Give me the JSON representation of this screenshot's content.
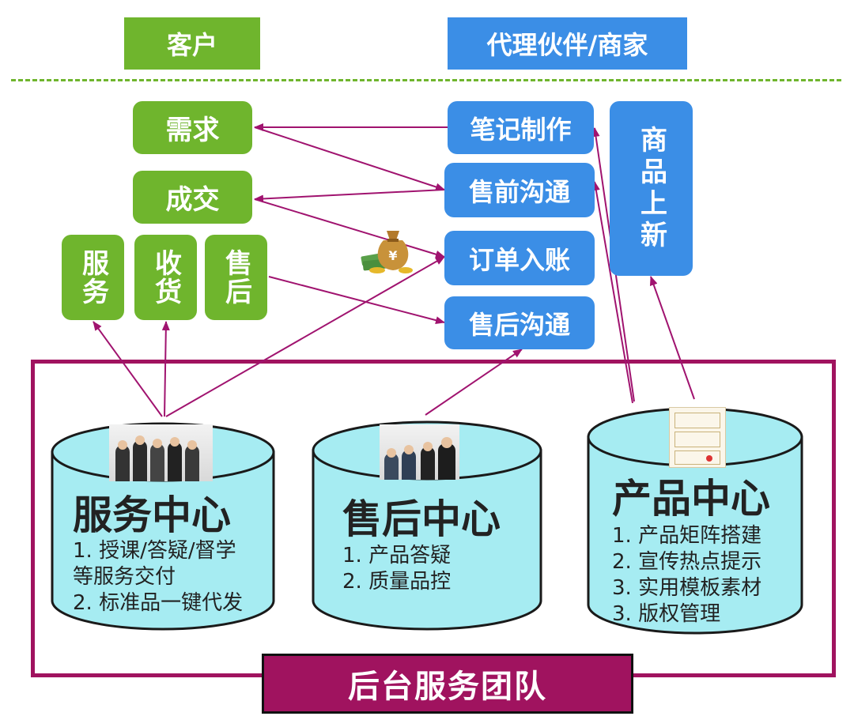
{
  "header": {
    "customer": "客户",
    "partner": "代理伙伴/商家"
  },
  "customer_nodes": {
    "demand": "需求",
    "deal": "成交",
    "service": "服务",
    "receive": "收货",
    "aftersale": "售后"
  },
  "partner_nodes": {
    "notes": "笔记制作",
    "presale": "售前沟通",
    "order": "订单入账",
    "aftersale_comm": "售后沟通",
    "new_product": "商品上新"
  },
  "centers": {
    "service": {
      "title": "服务中心",
      "line1": "1. 授课/答疑/督学",
      "line2": "等服务交付",
      "line3": "2. 标准品一键代发"
    },
    "aftersale": {
      "title": "售后中心",
      "line1": "1. 产品答疑",
      "line2": "2. 质量品控"
    },
    "product": {
      "title": "产品中心",
      "line1": "1. 产品矩阵搭建",
      "line2": "2. 宣传热点提示",
      "line3": "3. 实用模板素材",
      "line4": "3. 版权管理"
    }
  },
  "team_label": "后台服务团队",
  "icons": {
    "money_bag": "money-bag-icon",
    "money_symbol": "¥"
  },
  "colors": {
    "customer_green": "#6fb52d",
    "partner_blue": "#3b8ee6",
    "arrow_magenta": "#a0136f",
    "cylinder_cyan": "#a6ecf2",
    "team_maroon": "#a0135f",
    "divider_green": "#6fb52d"
  }
}
